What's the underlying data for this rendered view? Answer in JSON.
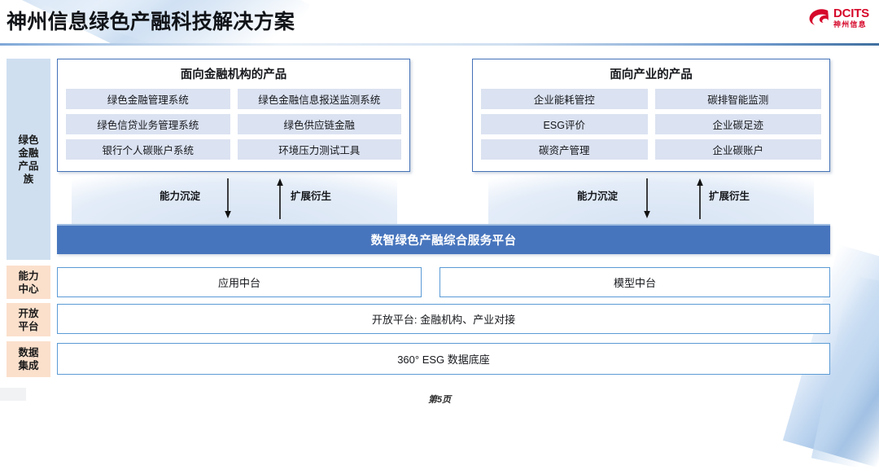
{
  "header": {
    "title": "神州信息绿色产融科技解决方案",
    "brand_en": "DCITS",
    "brand_cn": "神州信息"
  },
  "sidebar": {
    "items": [
      {
        "id": "green-finance-products",
        "label": "绿色\n金融\n产品\n族"
      },
      {
        "id": "capability-center",
        "label": "能力\n中心"
      },
      {
        "id": "open-platform",
        "label": "开放\n平台"
      },
      {
        "id": "data-integration",
        "label": "数据\n集成"
      }
    ]
  },
  "product_groups": [
    {
      "id": "financial-institutions",
      "title": "面向金融机构的产品",
      "items": [
        "绿色金融管理系统",
        "绿色金融信息报送监测系统",
        "绿色信贷业务管理系统",
        "绿色供应链金融",
        "银行个人碳账户系统",
        "环境压力测试工具"
      ]
    },
    {
      "id": "industry",
      "title": "面向产业的产品",
      "items": [
        "企业能耗管控",
        "碳排智能监测",
        "ESG评价",
        "企业碳足迹",
        "碳资产管理",
        "企业碳账户"
      ]
    }
  ],
  "flows": {
    "left": {
      "down_label": "能力沉淀",
      "up_label": "扩展衍生"
    },
    "right": {
      "down_label": "能力沉淀",
      "up_label": "扩展衍生"
    }
  },
  "platform": {
    "label": "数智绿色产融综合服务平台"
  },
  "capability_center": {
    "left_label": "应用中台",
    "right_label": "模型中台"
  },
  "open_platform": {
    "label": "开放平台: 金融机构、产业对接"
  },
  "data_integration": {
    "label": "360° ESG 数据底座"
  },
  "footer": {
    "page_label": "第5页"
  },
  "colors": {
    "brand_red": "#d6082a",
    "platform_blue": "#4775bd",
    "box_border_blue": "#4472b8",
    "row_border_blue": "#5b9bd5",
    "item_fill": "#dbe2f1",
    "sidebar_green_fill": "#cfdff0",
    "sidebar_peach_fill": "#fbe0cc"
  }
}
